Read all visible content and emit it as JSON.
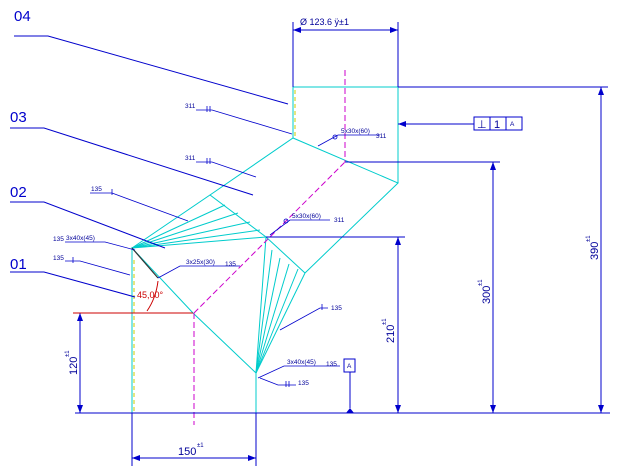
{
  "parts": {
    "p01": "01",
    "p02": "02",
    "p03": "03",
    "p04": "04"
  },
  "dimensions": {
    "diameter": "Ø 123.6 ÿ±1",
    "width150": "150",
    "width150_tol": "±1",
    "h120": "120",
    "h120_tol": "±1",
    "h210": "210",
    "h210_tol": "±1",
    "h300": "300",
    "h300_tol": "±1",
    "h390": "390",
    "h390_tol": "±1",
    "angle": "45,00°"
  },
  "welds": {
    "w1": "311",
    "w2": "311",
    "w3": "5x30x(60)",
    "w3b": "311",
    "w4": "135",
    "w5": "5x30x(60)",
    "w5b": "311",
    "w6": "3x40x(45)",
    "w6b": "135",
    "w7": "135",
    "w8": "3x25x(30)",
    "w8b": "135",
    "w9": "135",
    "w10": "3x40x(45)",
    "w10b": "135",
    "w11": "135"
  },
  "tolerance_frame": {
    "symbol": "⊥",
    "value": "1",
    "datum": "A"
  },
  "datum_label": "A",
  "colors": {
    "geometry": "#00cccc",
    "dimension": "#0000cc",
    "centerline": "#cc00cc",
    "hidden": "#cccc00",
    "angle": "#cc0000"
  }
}
